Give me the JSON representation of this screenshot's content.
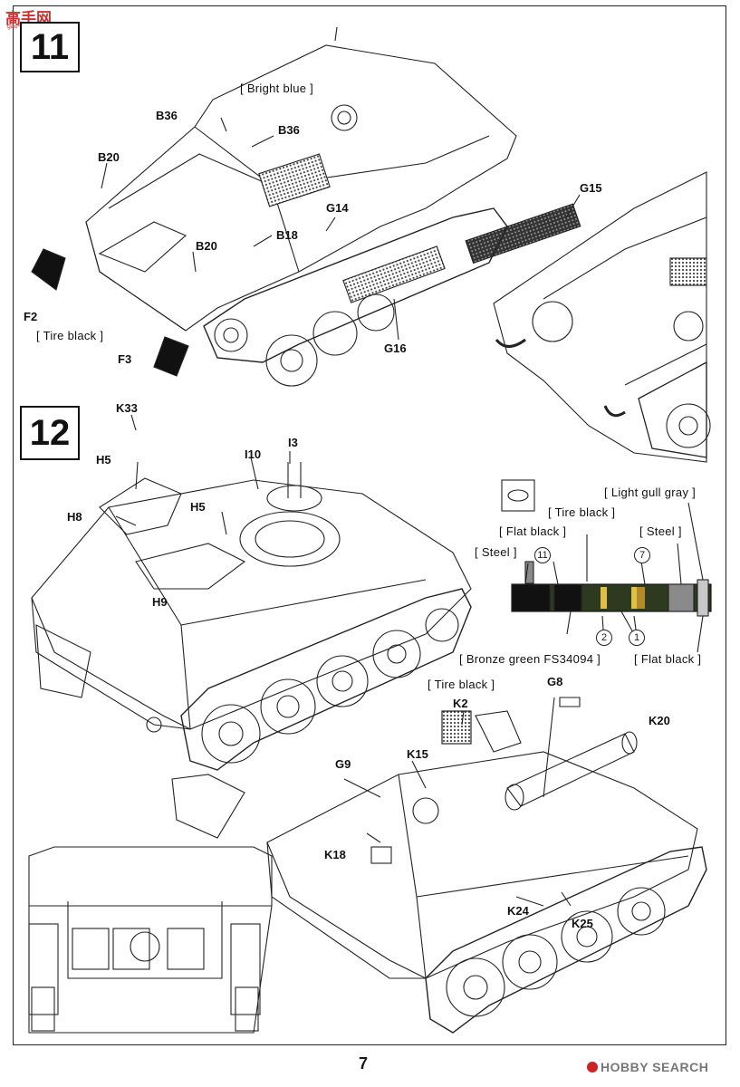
{
  "watermark_logo": {
    "text": "高手网",
    "sub": "gao-shou.com"
  },
  "step11": {
    "number": "11",
    "parts": {
      "b36a": "B36",
      "b36b": "B36",
      "b20a": "B20",
      "b20b": "B20",
      "b18": "B18",
      "g14": "G14",
      "g15": "G15",
      "g16": "G16",
      "f2": "F2",
      "f3": "F3"
    },
    "colors": {
      "bright_blue": "[ Bright  blue ]",
      "tire_black": "[ Tire  black ]"
    }
  },
  "step12": {
    "number": "12",
    "parts": {
      "k33": "K33",
      "h5a": "H5",
      "h5b": "H5",
      "h8": "H8",
      "h9": "H9",
      "i10": "I10",
      "i3": "I3",
      "k2": "K2",
      "g8": "G8",
      "k20": "K20",
      "k15": "K15",
      "g9": "G9",
      "k18": "K18",
      "k24": "K24",
      "k25": "K25"
    },
    "colors": {
      "light_gull_gray": "[ Light  gull  gray ]",
      "tire_black": "[ Tire  black ]",
      "flat_black_top": "[ Flat  black ]",
      "steel_right": "[ Steel ]",
      "steel_left": "[ Steel ]",
      "bronze_green": "[ Bronze  green  FS34094 ]",
      "flat_black_bottom": "[ Flat  black ]",
      "tire_black_k2": "[ Tire  black ]"
    },
    "circled": {
      "c11": "11",
      "c7": "7",
      "c2": "2",
      "c1": "1"
    }
  },
  "page_number": "7",
  "footer_watermark": "HOBBY SEARCH",
  "accent_colors": {
    "bronze_green": "#2e3a1f",
    "flat_black": "#111111",
    "yellow_band": "#e0c040",
    "steel": "#8a8a8a",
    "light_gull_gray": "#c8c8c8",
    "logo_red": "#cc3333"
  }
}
